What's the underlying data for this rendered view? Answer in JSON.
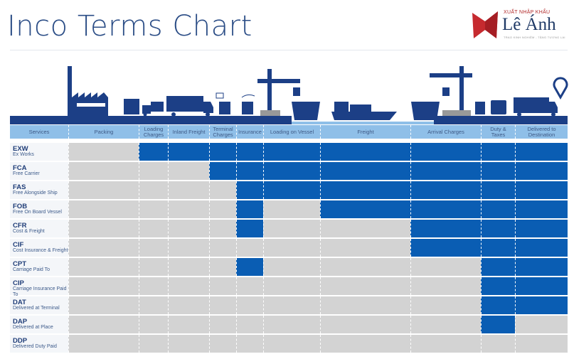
{
  "title": "Inco Terms Chart",
  "logo": {
    "top_text": "XUẤT NHẬP KHẨU",
    "name": "Lê Ánh",
    "tagline": "TRAO KINH NGHIỆM - TẶNG TƯƠNG LAI"
  },
  "colors": {
    "covered": "#0a5db3",
    "not_covered": "#d3d3d3",
    "header": "#8fbfe8",
    "dark": "#1c3f86"
  },
  "header": {
    "services": "Services",
    "columns": [
      "Packing",
      "Loading Charges",
      "Inland Freight",
      "Terminal Charges",
      "Insurance",
      "Loading on Vessel",
      "Freight",
      "Arrival Charges",
      "Duty & Taxes",
      "Delivered to Destination"
    ]
  },
  "illustration_icons": [
    "factory-icon",
    "pallet-icon",
    "forklift-icon",
    "truck-icon",
    "documents-icon",
    "handshake-icon",
    "crane-icon",
    "ship-icon",
    "customs-icon",
    "location-pin-icon"
  ],
  "rows": [
    {
      "code": "EXW",
      "name": "Ex Works",
      "covered": [
        false,
        true,
        true,
        true,
        true,
        true,
        true,
        true,
        true,
        true
      ]
    },
    {
      "code": "FCA",
      "name": "Free Carrier",
      "covered": [
        false,
        false,
        false,
        true,
        true,
        true,
        true,
        true,
        true,
        true
      ]
    },
    {
      "code": "FAS",
      "name": "Free Alongside Ship",
      "covered": [
        false,
        false,
        false,
        false,
        true,
        true,
        true,
        true,
        true,
        true
      ]
    },
    {
      "code": "FOB",
      "name": "Free On Board Vessel",
      "covered": [
        false,
        false,
        false,
        false,
        true,
        false,
        true,
        true,
        true,
        true
      ]
    },
    {
      "code": "CFR",
      "name": "Cost & Freight",
      "covered": [
        false,
        false,
        false,
        false,
        true,
        false,
        false,
        true,
        true,
        true
      ]
    },
    {
      "code": "CIF",
      "name": "Cost Insurance & Freight",
      "covered": [
        false,
        false,
        false,
        false,
        false,
        false,
        false,
        true,
        true,
        true
      ]
    },
    {
      "code": "CPT",
      "name": "Carriage Paid To",
      "covered": [
        false,
        false,
        false,
        false,
        true,
        false,
        false,
        false,
        true,
        true
      ]
    },
    {
      "code": "CIP",
      "name": "Carriage Insurance Paid To",
      "covered": [
        false,
        false,
        false,
        false,
        false,
        false,
        false,
        false,
        true,
        true
      ]
    },
    {
      "code": "DAT",
      "name": "Delivered at Terminal",
      "covered": [
        false,
        false,
        false,
        false,
        false,
        false,
        false,
        false,
        true,
        true
      ]
    },
    {
      "code": "DAP",
      "name": "Delivered at Place",
      "covered": [
        false,
        false,
        false,
        false,
        false,
        false,
        false,
        false,
        true,
        false
      ]
    },
    {
      "code": "DDP",
      "name": "Delivered Duty Paid",
      "covered": [
        false,
        false,
        false,
        false,
        false,
        false,
        false,
        false,
        false,
        false
      ]
    }
  ]
}
